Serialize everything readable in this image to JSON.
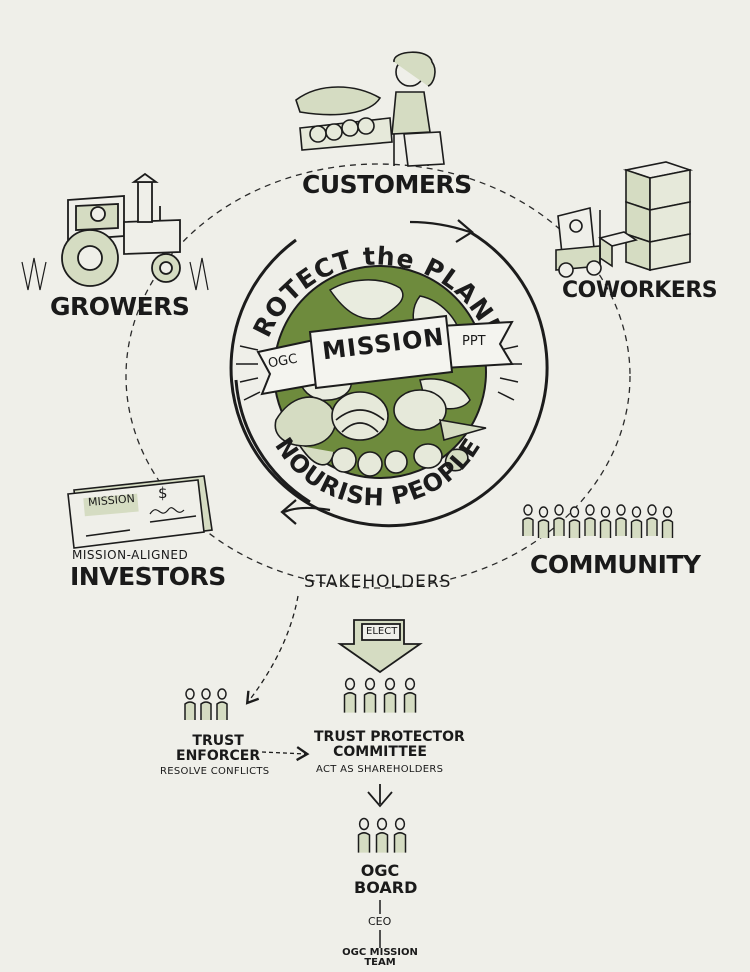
{
  "colors": {
    "background": "#efefe9",
    "ink": "#1c1c1c",
    "green": "#6e8b3d",
    "pale_green": "#d5dcc2"
  },
  "mission": {
    "top_arc": "PROTECT the PLANET",
    "top_arc_script": "the",
    "banner": "MISSION",
    "left_tag": "OGC",
    "right_tag": "PPT",
    "bottom_arc": "NOURISH PEOPLE"
  },
  "stakeholders": {
    "customers": "CUSTOMERS",
    "coworkers": "COWORKERS",
    "growers": "GROWERS",
    "community": "COMMUNITY",
    "investors_sub": "MISSION-ALIGNED",
    "investors": "INVESTORS",
    "circle_label": "STAKEHOLDERS"
  },
  "check": {
    "memo": "MISSION",
    "amount": "$"
  },
  "governance": {
    "elect": "ELECT",
    "trust_enforcer_line1": "TRUST",
    "trust_enforcer_line2": "ENFORCER",
    "trust_enforcer_sub": "RESOLVE CONFLICTS",
    "committee_line1": "TRUST PROTECTOR",
    "committee_line2": "COMMITTEE",
    "committee_sub": "ACT AS SHAREHOLDERS",
    "board_line1": "OGC",
    "board_line2": "BOARD",
    "ceo": "CEO",
    "team_line1": "OGC MISSION",
    "team_line2": "TEAM"
  },
  "icons": [
    "shopper-icon",
    "tractor-icon",
    "forklift-icon",
    "crowd-icon",
    "check-icon",
    "globe-icon",
    "vegetables-icon",
    "people-group-icon",
    "arrow-icon"
  ]
}
